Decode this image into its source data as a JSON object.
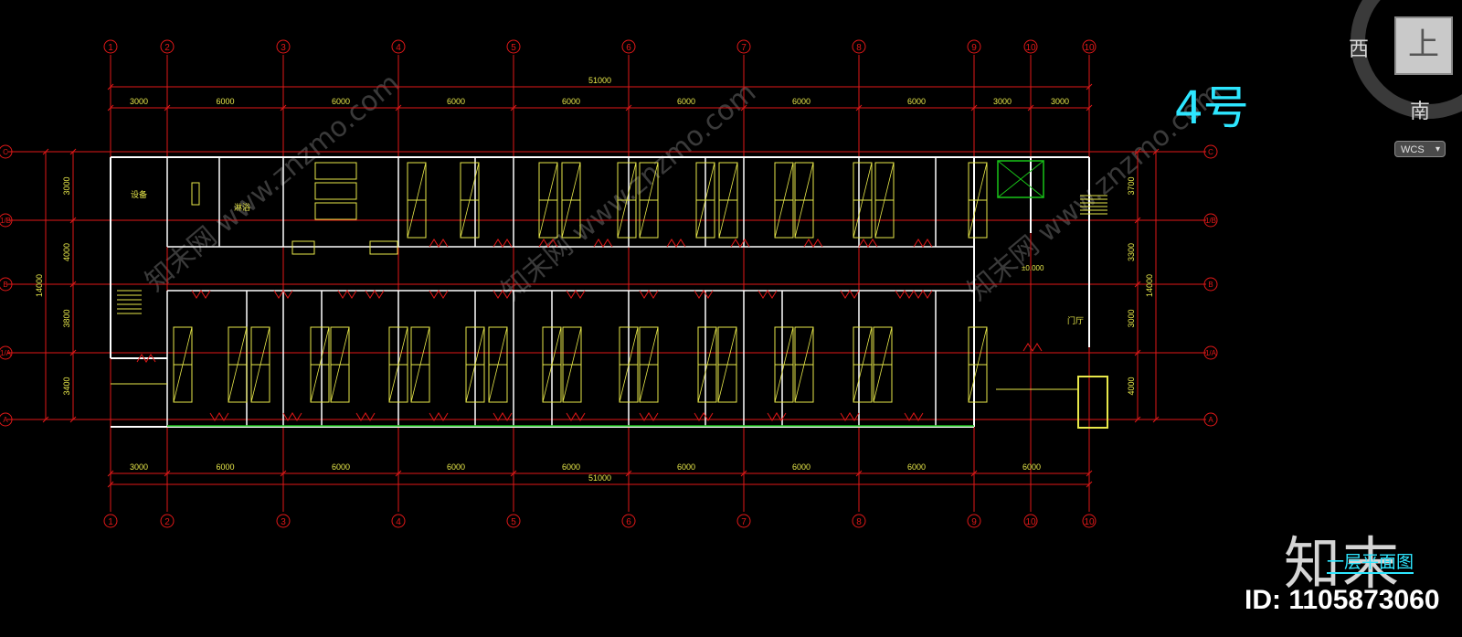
{
  "drawing": {
    "building_label": "4号",
    "plan_title": "一层平面图",
    "grid_cols": [
      "1",
      "2",
      "3",
      "4",
      "5",
      "6",
      "7",
      "8",
      "9",
      "10",
      "10"
    ],
    "grid_rows": [
      "C",
      "1/B",
      "B",
      "1/A",
      "A"
    ],
    "dims_top_total": "51000",
    "dims_top": [
      "3000",
      "6000",
      "6000",
      "6000",
      "6000",
      "6000",
      "6000",
      "6000",
      "3000",
      "3000"
    ],
    "dims_bottom": [
      "3000",
      "6000",
      "6000",
      "6000",
      "6000",
      "6000",
      "6000",
      "6000",
      "6000"
    ],
    "dims_bottom_total": "51000",
    "dims_left": [
      "3000",
      "4000",
      "3800",
      "3400"
    ],
    "dims_left_total": "14000",
    "dims_right": [
      "3700",
      "3300",
      "3000",
      "4000"
    ],
    "dims_right_total": "14000",
    "room_labels": {
      "equipment": "设备",
      "shower": "淋浴",
      "lobby": "门厅",
      "elevation": "±0.000"
    }
  },
  "viewcube": {
    "face": "上",
    "west": "西",
    "south": "南",
    "wcs": "WCS"
  },
  "watermark": {
    "logo": "知末",
    "id": "ID: 1105873060",
    "url": "www.znzmo.com",
    "cn": "知末网"
  },
  "colors": {
    "grid": "#e01818",
    "wall": "#ffffff",
    "furniture": "#e8e84a",
    "accent": "#2de6ff",
    "green": "#19c419"
  }
}
